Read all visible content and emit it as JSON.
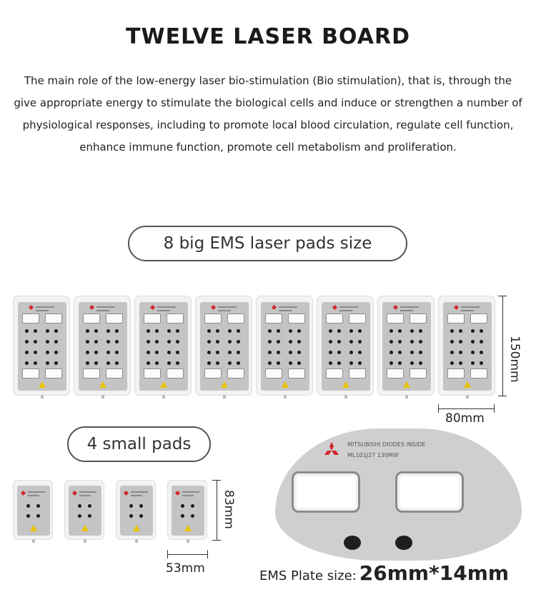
{
  "title": "TWELVE  LASER  BOARD",
  "description": "The main role of the low-energy laser bio-stimulation (Bio stimulation), that is, through the give appropriate energy to stimulate the biological cells and induce or strengthen a number of physiological responses, including to promote local blood circulation, regulate cell function, enhance immune function, promote cell metabolism and proliferation.",
  "big_pads": {
    "label": "8 big EMS laser pads size",
    "count": 8,
    "height_dim": "150mm",
    "width_dim": "80mm"
  },
  "small_pads": {
    "label": "4 small pads",
    "count": 4,
    "height_dim": "83mm",
    "width_dim": "53mm"
  },
  "zoom_plate": {
    "brand_line": "MITSUBISHI DIODES INSIDE",
    "model_line": "ML101J27    130MW"
  },
  "ems_plate": {
    "label": "EMS Plate size:",
    "value": "26mm*14mm"
  },
  "colors": {
    "logo_red": "#d3262e",
    "warning_yellow": "#e8c200",
    "plate_gray": "#c4c4c4"
  }
}
